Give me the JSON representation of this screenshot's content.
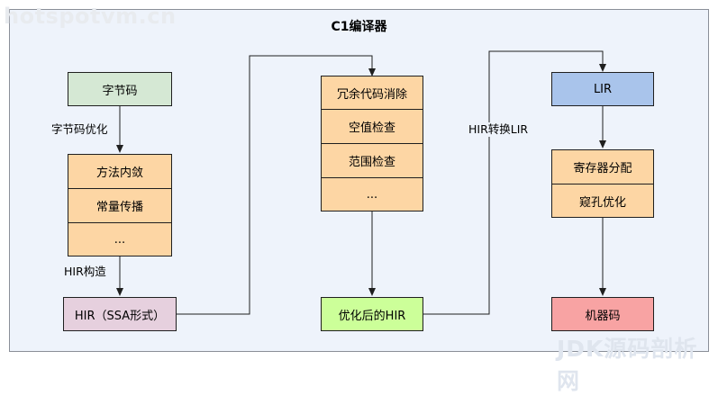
{
  "title": "C1编译器",
  "watermark_top": "hotspotvm.cn",
  "watermark_bottom": "JDK源码剖析网",
  "colors": {
    "bytecode_fill": "#d5e8d4",
    "stack_fill": "#fdd6a4",
    "hir_fill": "#e6d0de",
    "optimized_fill": "#ccff99",
    "lir_fill": "#a9c4eb",
    "machine_fill": "#f8a3a3",
    "frame_fill": "#eef3fb"
  },
  "column1": {
    "bytecode": "字节码",
    "edge_label_1": "字节码优化",
    "stack": [
      "方法内敛",
      "常量传播",
      "..."
    ],
    "edge_label_2": "HIR构造",
    "hir": "HIR（SSA形式）"
  },
  "column2": {
    "stack": [
      "冗余代码消除",
      "空值检查",
      "范围检查",
      "..."
    ],
    "optimized_hir": "优化后的HIR"
  },
  "column3": {
    "edge_label": "HIR转换LIR",
    "lir": "LIR",
    "stack": [
      "寄存器分配",
      "窥孔优化"
    ],
    "machine_code": "机器码"
  }
}
